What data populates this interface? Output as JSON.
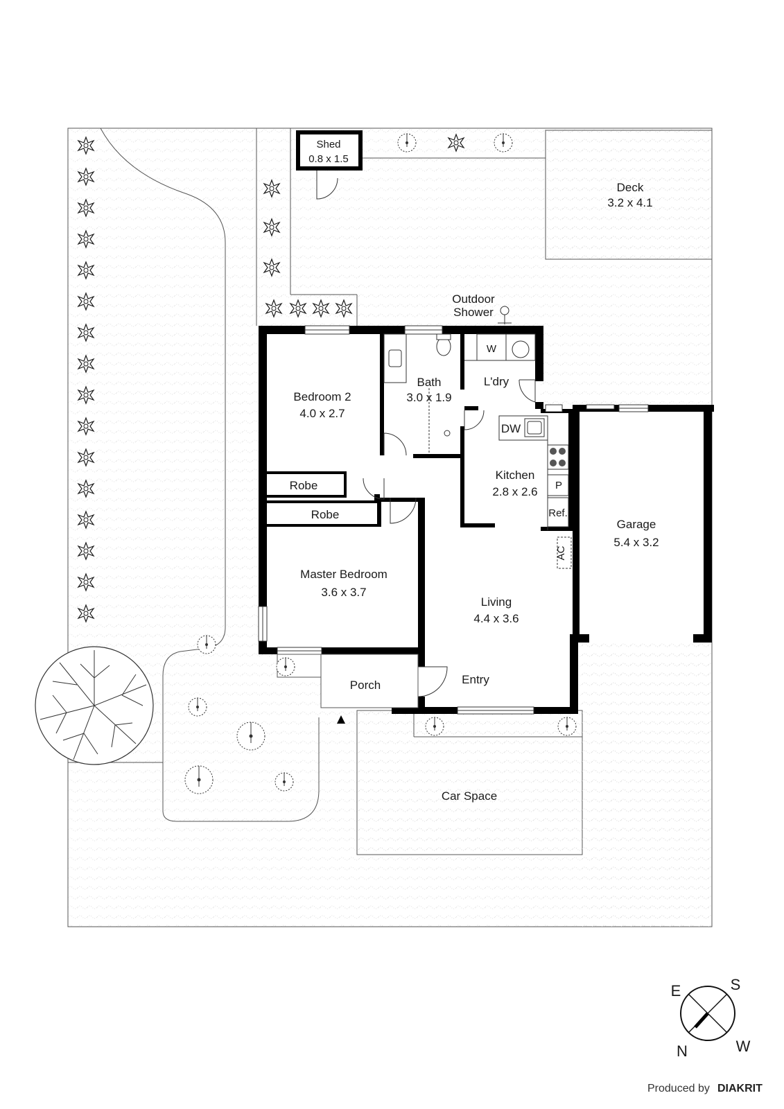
{
  "rooms": {
    "shed": {
      "name": "Shed",
      "size": "0.8 x 1.5"
    },
    "deck": {
      "name": "Deck",
      "size": "3.2 x 4.1"
    },
    "outdoor_shower": {
      "line1": "Outdoor",
      "line2": "Shower"
    },
    "bedroom2": {
      "name": "Bedroom 2",
      "size": "4.0 x 2.7"
    },
    "bath": {
      "name": "Bath",
      "size": "3.0 x 1.9"
    },
    "laundry": {
      "name": "L'dry",
      "washer": "W"
    },
    "kitchen": {
      "name": "Kitchen",
      "size": "2.8 x 2.6",
      "dishwasher": "DW",
      "pantry": "P",
      "fridge": "Ref."
    },
    "robe1": {
      "name": "Robe"
    },
    "robe2": {
      "name": "Robe"
    },
    "master": {
      "name": "Master Bedroom",
      "size": "3.6 x 3.7"
    },
    "living": {
      "name": "Living",
      "size": "4.4 x 3.6"
    },
    "garage": {
      "name": "Garage",
      "size": "5.4 x 3.2"
    },
    "ac": {
      "name": "AC"
    },
    "porch": {
      "name": "Porch"
    },
    "entry": {
      "name": "Entry"
    },
    "car_space": {
      "name": "Car Space"
    }
  },
  "compass": {
    "n": "N",
    "s": "S",
    "e": "E",
    "w": "W"
  },
  "footer": {
    "produced_by": "Produced by",
    "brand": "DIAKRIT"
  },
  "colors": {
    "wall": "#000000",
    "line": "#333333",
    "hatch": "#d4d4d4",
    "background": "#ffffff"
  }
}
